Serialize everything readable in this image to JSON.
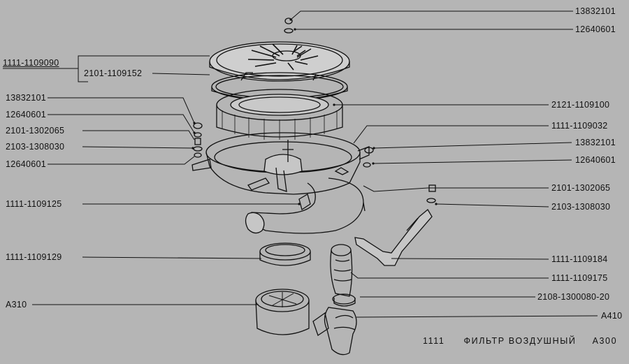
{
  "left_labels": [
    {
      "id": "asm",
      "text": "1111-1109090"
    },
    {
      "id": "l1",
      "text": "13832101"
    },
    {
      "id": "l2",
      "text": "12640601"
    },
    {
      "id": "l3",
      "text": "2101-1302065"
    },
    {
      "id": "l4",
      "text": "2103-1308030"
    },
    {
      "id": "l5",
      "text": "12640601"
    },
    {
      "id": "l6",
      "text": "1111-1109125"
    },
    {
      "id": "l7",
      "text": "1111-1109129"
    },
    {
      "id": "l8",
      "text": "A310"
    }
  ],
  "inner_label": {
    "text": "2101-1109152"
  },
  "right_labels": [
    {
      "id": "r1",
      "text": "13832101"
    },
    {
      "id": "r2",
      "text": "12640601"
    },
    {
      "id": "r3",
      "text": "2121-1109100"
    },
    {
      "id": "r4",
      "text": "1111-1109032"
    },
    {
      "id": "r5",
      "text": "13832101"
    },
    {
      "id": "r6",
      "text": "12640601"
    },
    {
      "id": "r7",
      "text": "2101-1302065"
    },
    {
      "id": "r8",
      "text": "2103-1308030"
    },
    {
      "id": "r9",
      "text": "1111-1109184"
    },
    {
      "id": "r10",
      "text": "1111-1109175"
    },
    {
      "id": "r11",
      "text": "2108-1300080-20"
    },
    {
      "id": "r12",
      "text": "A410"
    }
  ],
  "footer": {
    "model": "1111",
    "title": "ФИЛЬТР ВОЗДУШНЫЙ",
    "code": "A300"
  },
  "colors": {
    "background": "#b5b5b5",
    "ink": "#111111"
  }
}
